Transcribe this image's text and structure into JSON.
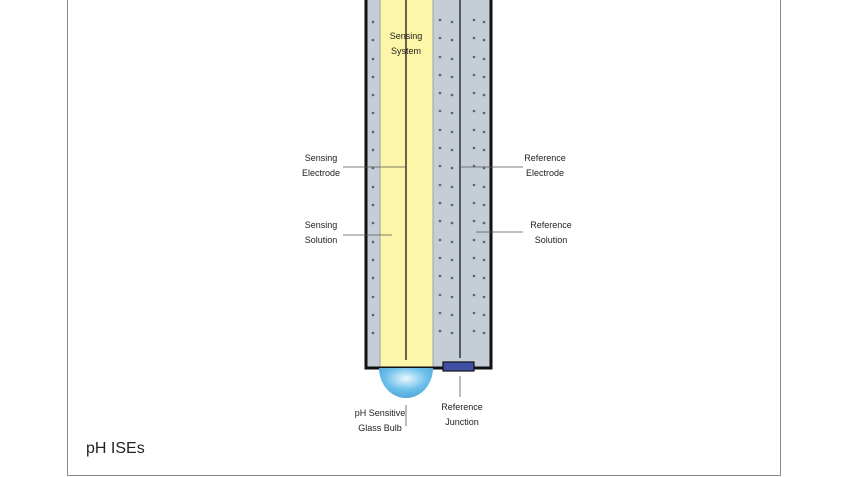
{
  "caption": "pH ISEs",
  "labels": {
    "sensing_system": [
      "Sensing",
      "System"
    ],
    "sensing_electrode": [
      "Sensing",
      "Electrode"
    ],
    "sensing_solution": [
      "Sensing",
      "Solution"
    ],
    "reference_electrode": [
      "Reference",
      "Electrode"
    ],
    "reference_solution": [
      "Reference",
      "Solution"
    ],
    "glass_bulb": [
      "pH Sensitive",
      "Glass Bulb"
    ],
    "reference_junction": [
      "Reference",
      "Junction"
    ]
  },
  "colors": {
    "sensing_fill": "#fdf6a8",
    "outer_fill": "#c5ced6",
    "bulb": "#6cc0ea",
    "junction": "#3f4fa3"
  }
}
